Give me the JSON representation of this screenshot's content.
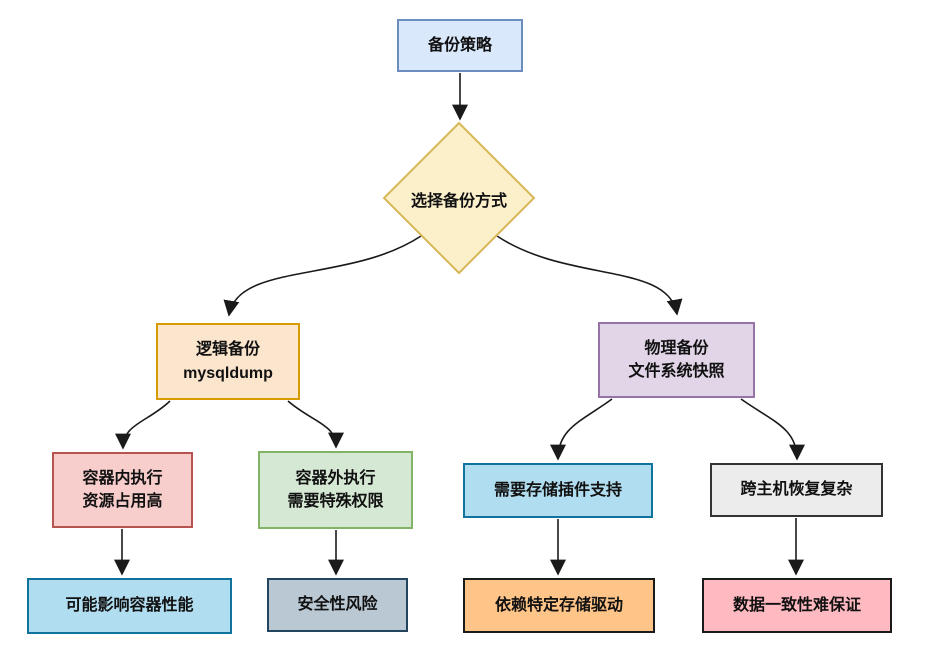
{
  "diagram": {
    "nodes": {
      "backup_strategy": {
        "label": "备份策略",
        "fill": "#dae8fc",
        "border": "#6c8ebf"
      },
      "choose_method": {
        "label": "选择备份方式",
        "fill": "#fcf0cb",
        "border": "#d6b656"
      },
      "logical_backup": {
        "line1": "逻辑备份",
        "line2": "mysqldump",
        "fill": "#fbe5cd",
        "border": "#d79b00"
      },
      "physical_backup": {
        "line1": "物理备份",
        "line2": "文件系统快照",
        "fill": "#e1d5e7",
        "border": "#9673a6"
      },
      "in_container": {
        "line1": "容器内执行",
        "line2": "资源占用高",
        "fill": "#f8cecc",
        "border": "#b85450"
      },
      "out_container": {
        "line1": "容器外执行",
        "line2": "需要特殊权限",
        "fill": "#d5e8d4",
        "border": "#82b366"
      },
      "storage_plugin": {
        "label": "需要存储插件支持",
        "fill": "#b1ddf0",
        "border": "#10739e"
      },
      "cross_host": {
        "label": "跨主机恢复复杂",
        "fill": "#ececec",
        "border": "#333333"
      },
      "container_perf": {
        "label": "可能影响容器性能",
        "fill": "#b1ddf0",
        "border": "#10739e"
      },
      "security_risk": {
        "label": "安全性风险",
        "fill": "#bac8d3",
        "border": "#23445d"
      },
      "storage_driver": {
        "label": "依赖特定存储驱动",
        "fill": "#ffc488",
        "border": "#1a1a1a"
      },
      "data_consistency": {
        "label": "数据一致性难保证",
        "fill": "#ffb9c0",
        "border": "#1a1a1a"
      }
    },
    "edge_color": "#1a1a1a"
  }
}
